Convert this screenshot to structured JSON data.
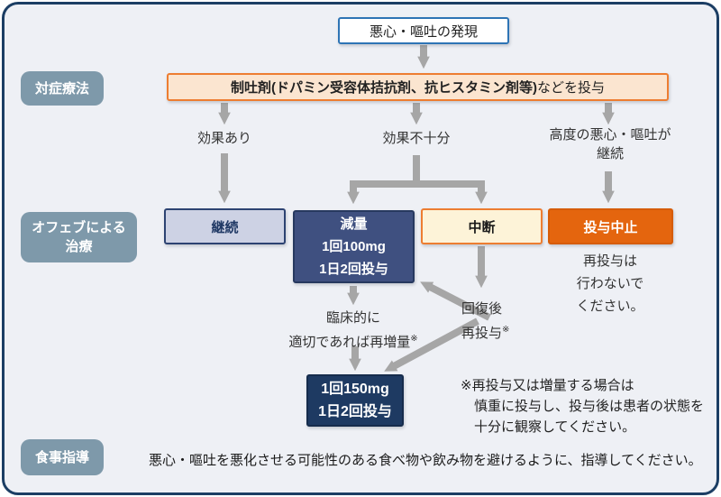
{
  "start": {
    "label": "悪心・嘔吐の発現"
  },
  "stage1": {
    "row_label": "対症療法",
    "antiemetic_bold": "制吐剤(ドパミン受容体拮抗剤、抗ヒスタミン剤等)",
    "antiemetic_rest": "などを投与"
  },
  "branches": {
    "effective": "効果あり",
    "insufficient": "効果不十分",
    "severe": "高度の悪心・嘔吐が\n継続"
  },
  "stage2": {
    "row_label": "オフェブによる\n治療",
    "continue_box": "継続",
    "reduce_box": "減量\n1回100mg\n1日2回投与",
    "interrupt_box": "中断",
    "discontinue_box": "投与中止",
    "no_readministration": "再投与は\n行わないで\nください。",
    "readminister": "回復後\n再投与",
    "reincrease": "臨床的に\n適切であれば再増量",
    "reference_mark": "※",
    "dose150_box": "1回150mg\n1日2回投与"
  },
  "caution_note": {
    "lines": [
      "※再投与又は増量する場合は",
      "慎重に投与し、投与後は患者の状態を",
      "十分に観察してください。"
    ]
  },
  "stage3": {
    "row_label": "食事指導",
    "guidance": "悪心・嘔吐を悪化させる可能性のある食べ物や飲み物を避けるように、指導してください。"
  },
  "colors": {
    "panel_border": "#1c3e64",
    "panel_bg": "#eef0f5",
    "row_label_bg": "#7e99aa",
    "start_border": "#2e74b5",
    "antiemetic_border": "#ed7d31",
    "antiemetic_fill": "#fbe5d0",
    "continue_fill": "#cdd2e4",
    "reduce_fill": "#3f5080",
    "interrupt_fill": "#fdf3d8",
    "discontinue_fill": "#e4650e",
    "dose150_fill": "#1e3a62",
    "navy_text": "#1f3864",
    "arrow": "#a6a6a6"
  }
}
